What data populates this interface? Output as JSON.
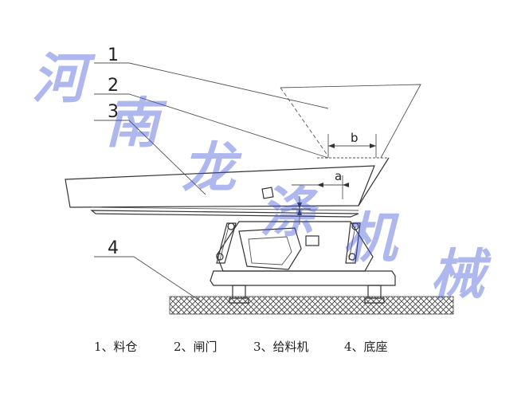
{
  "callouts": [
    "1",
    "2",
    "3",
    "4"
  ],
  "dimensions": {
    "b": "b",
    "a": "a"
  },
  "legend": [
    "1、料仓",
    "2、闸门",
    "3、给料机",
    "4、底座"
  ],
  "watermark": [
    "河",
    "南",
    "龙",
    "涤",
    "机",
    "械"
  ]
}
